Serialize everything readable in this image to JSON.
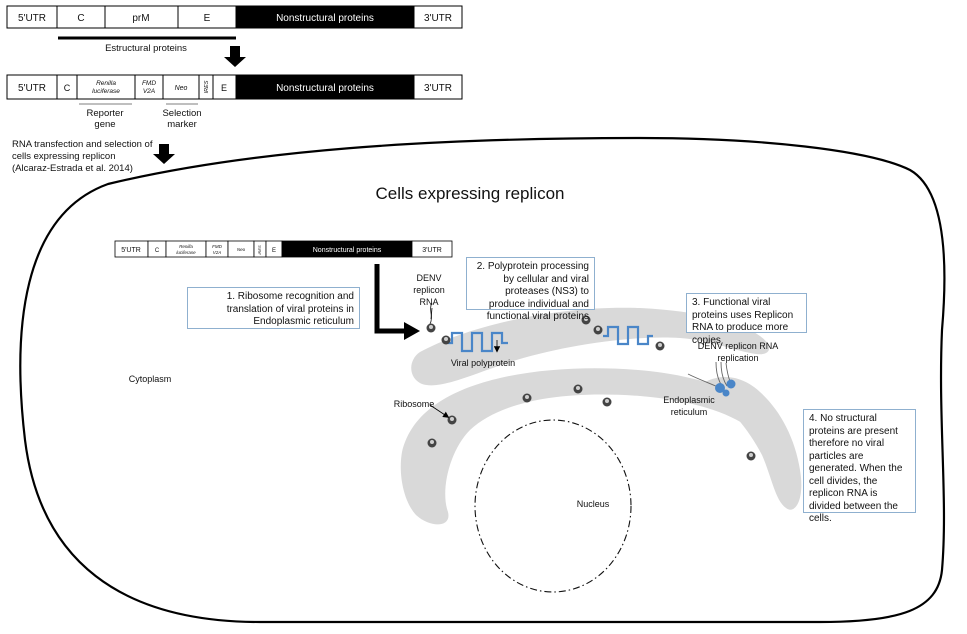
{
  "genome_top": {
    "utr5": "5'UTR",
    "c": "C",
    "prm": "prM",
    "e": "E",
    "nonstructural": "Nonstructural proteins",
    "utr3": "3'UTR",
    "structural_label": "Estructural proteins"
  },
  "replicon": {
    "utr5": "5'UTR",
    "c": "C",
    "renilla_1": "Renilla",
    "renilla_2": "luciferase",
    "fmd_1": "FMD",
    "fmd_2": "V2A",
    "neo": "Neo",
    "ires": "IRES",
    "e": "E",
    "nonstructural": "Nonstructural proteins",
    "utr3": "3'UTR",
    "reporter_1": "Reporter",
    "reporter_2": "gene",
    "selection_1": "Selection",
    "selection_2": "marker"
  },
  "transfection": {
    "line1": "RNA transfection and selection of",
    "line2": "cells expressing replicon",
    "line3": "(Alcaraz-Estrada et al. 2014)"
  },
  "cell": {
    "title": "Cells expressing replicon",
    "cytoplasm": "Cytoplasm",
    "nucleus": "Nucleus",
    "ribosome": "Ribosome",
    "denv_1": "DENV",
    "denv_2": "replicon",
    "denv_3": "RNA",
    "viral_polyprotein": "Viral polyprotein",
    "denv_rep_1": "DENV replicon RNA",
    "denv_rep_2": "replication",
    "er_1": "Endoplasmic",
    "er_2": "reticulum"
  },
  "steps": {
    "s1": "1. Ribosome recognition and translation of viral proteins in Endoplasmic reticulum",
    "s2": "2. Polyprotein processing by cellular and viral proteases (NS3) to produce individual and functional viral proteins",
    "s3": "3. Functional viral proteins uses Replicon RNA to produce more copies",
    "s4": "4. No structural proteins are present therefore no viral particles are generated. When the cell divides, the replicon RNA is divided between the cells."
  },
  "colors": {
    "er_gray": "#d9d9d9",
    "polyprotein_blue": "#4a86c8",
    "box_border": "#8fb0cf",
    "black": "#000000"
  }
}
